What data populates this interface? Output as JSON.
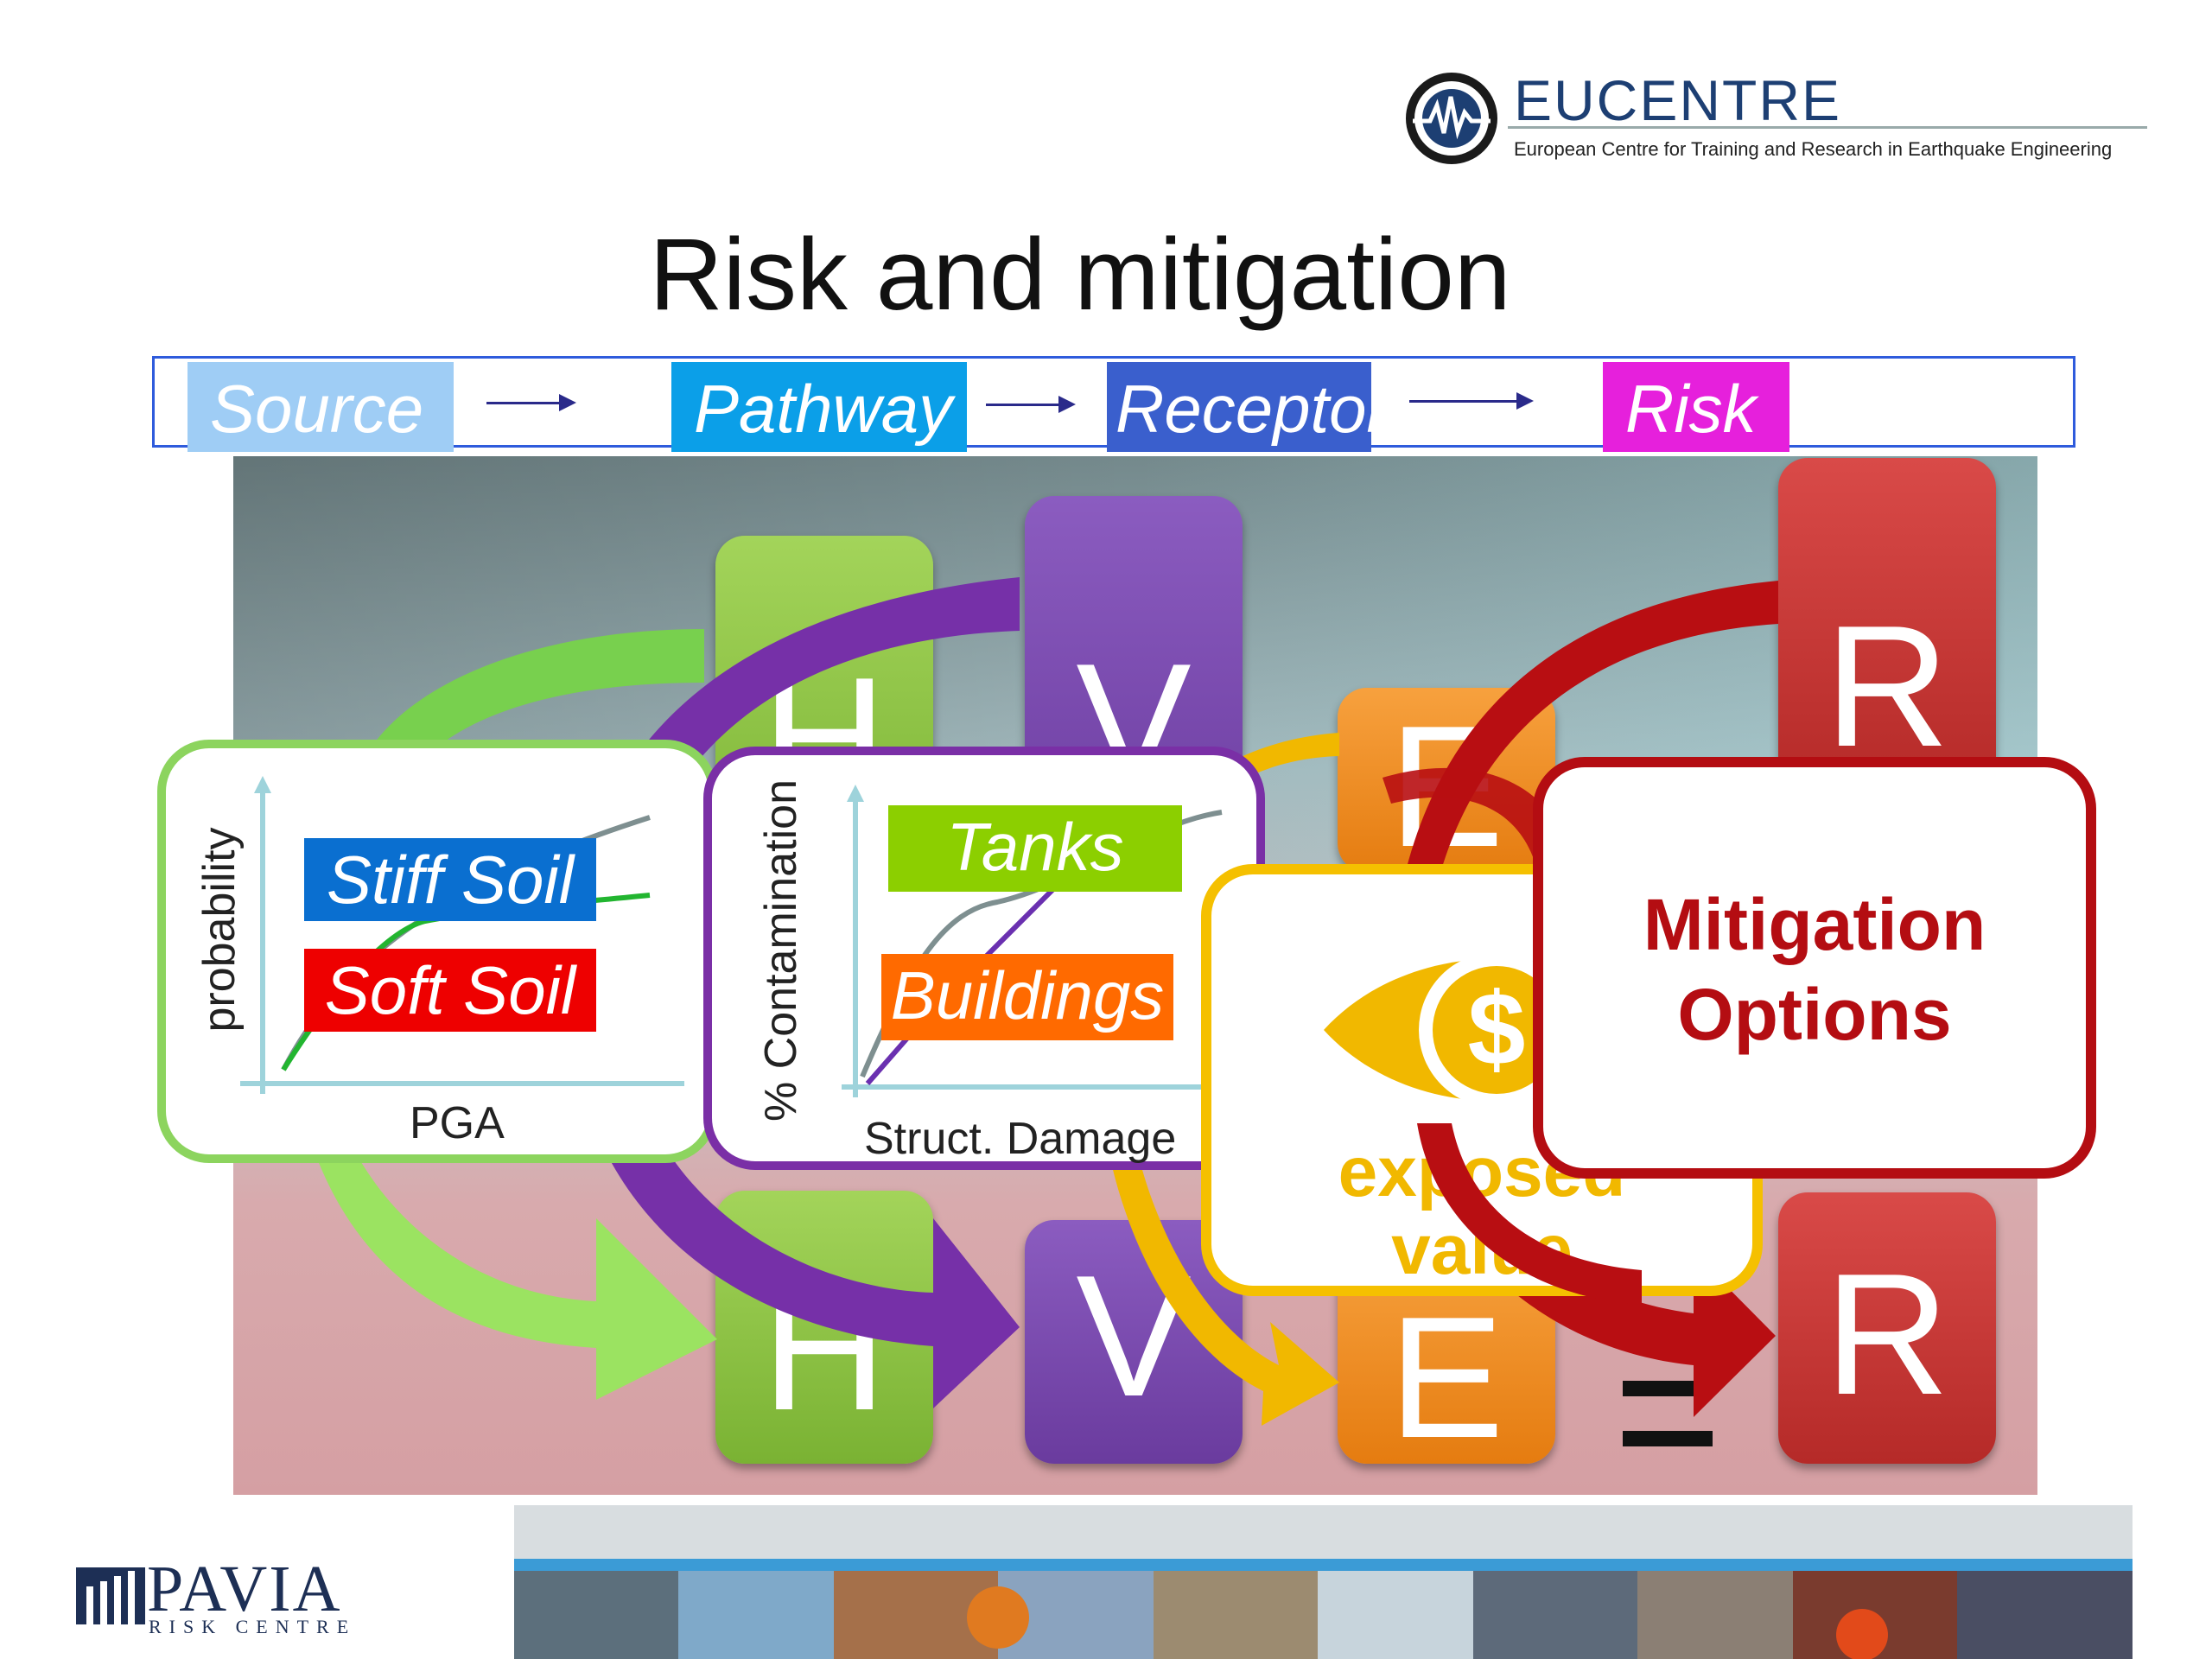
{
  "slide": {
    "title": "Risk and mitigation"
  },
  "logo": {
    "name": "EUCENTRE",
    "tagline": "European Centre for Training and Research in Earthquake Engineering"
  },
  "flow": {
    "steps": [
      {
        "label": "Source",
        "color": "#9fcdf5"
      },
      {
        "label": "Pathway",
        "color": "#0b9fe8"
      },
      {
        "label": "Receptor",
        "color": "#3a5fcd"
      },
      {
        "label": "Risk",
        "color": "#e620dc"
      }
    ]
  },
  "equation": {
    "top": {
      "h": "H",
      "v": "V",
      "e": "E",
      "r": "R"
    },
    "bottom": {
      "h": "H",
      "v": "V",
      "e": "E",
      "r": "R"
    }
  },
  "hazard_card": {
    "ylabel": "probability",
    "xlabel": "PGA",
    "tags": [
      {
        "label": "Stiff Soil",
        "color": "#0a6fd0"
      },
      {
        "label": "Soft Soil",
        "color": "#ee0000"
      }
    ]
  },
  "vulnerability_card": {
    "ylabel": "% Contamination",
    "xlabel": "Struct. Damage",
    "tags": [
      {
        "label": "Tanks",
        "color": "#8ccf00"
      },
      {
        "label": "Buildings",
        "color": "#ff6a00"
      }
    ]
  },
  "exposure_card": {
    "label_line1": "exposed",
    "label_line2": "value",
    "icon_symbol": "$"
  },
  "mitigation_card": {
    "line1": "Mitigation",
    "line2": "Options"
  },
  "footer": {
    "org_name": "PAVIA",
    "org_sub": "RISK CENTRE"
  },
  "colors": {
    "hazard": "#8cc63f",
    "vulnerability": "#7a3ea8",
    "exposure": "#f08a1e",
    "risk": "#c0302f",
    "mitigation_border": "#b40d12",
    "exposure_border": "#f5c000"
  }
}
